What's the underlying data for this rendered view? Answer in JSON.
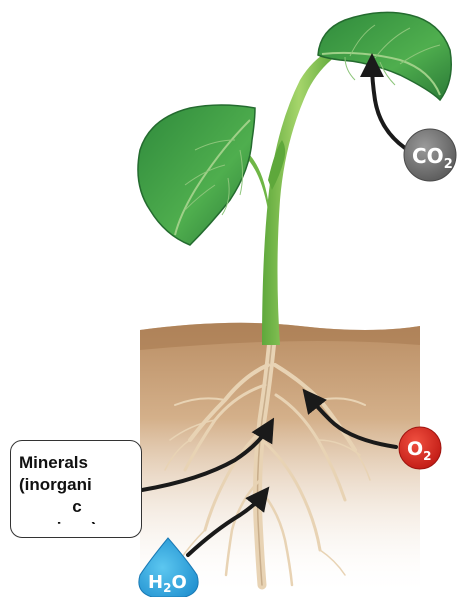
{
  "labels": {
    "co2": {
      "base": "CO",
      "sub": "2",
      "color": "#6f6f6f"
    },
    "o2": {
      "base": "O",
      "sub": "2",
      "color": "#d9261c"
    },
    "h2o": {
      "pre": "H",
      "sub": "2",
      "post": "O",
      "color": "#29a3dc"
    },
    "minerals": {
      "line1": "Minerals",
      "line2": "(inorgani",
      "line3": "c",
      "line4": "ions)"
    }
  },
  "colors": {
    "leaf": "#3f9a44",
    "leaf_dark": "#2a7433",
    "stem": "#7cbf4e",
    "soil": "#c9a27c",
    "root": "#e9d4b8",
    "arrow": "#1a1a1a"
  }
}
